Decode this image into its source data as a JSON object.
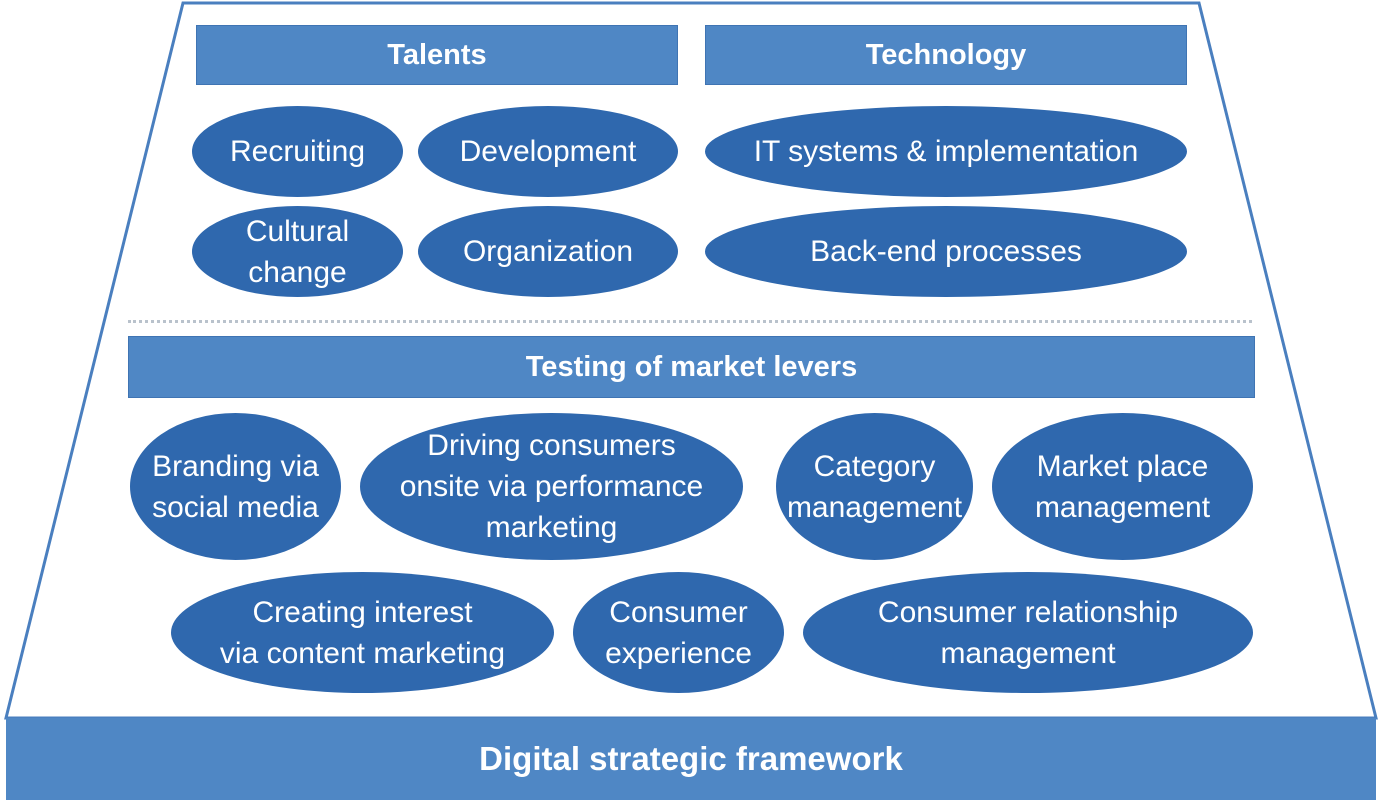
{
  "colors": {
    "bar_fill": "#4f87c5",
    "oval_fill": "#2f68ae",
    "frame_stroke": "#4a7fbf",
    "divider": "#b9c2cc"
  },
  "sections": {
    "talents": {
      "title": "Talents",
      "items": [
        "Recruiting",
        "Development",
        "Cultural\nchange",
        "Organization"
      ]
    },
    "technology": {
      "title": "Technology",
      "items": [
        "IT systems & implementation",
        "Back-end processes"
      ]
    },
    "market_levers": {
      "title": "Testing of market levers",
      "items": [
        "Branding via\nsocial media",
        "Driving consumers\nonsite via performance\nmarketing",
        "Category\nmanagement",
        "Market place\nmanagement",
        "Creating interest\nvia content marketing",
        "Consumer\nexperience",
        "Consumer relationship\nmanagement"
      ]
    }
  },
  "footer": {
    "title": "Digital strategic framework"
  }
}
